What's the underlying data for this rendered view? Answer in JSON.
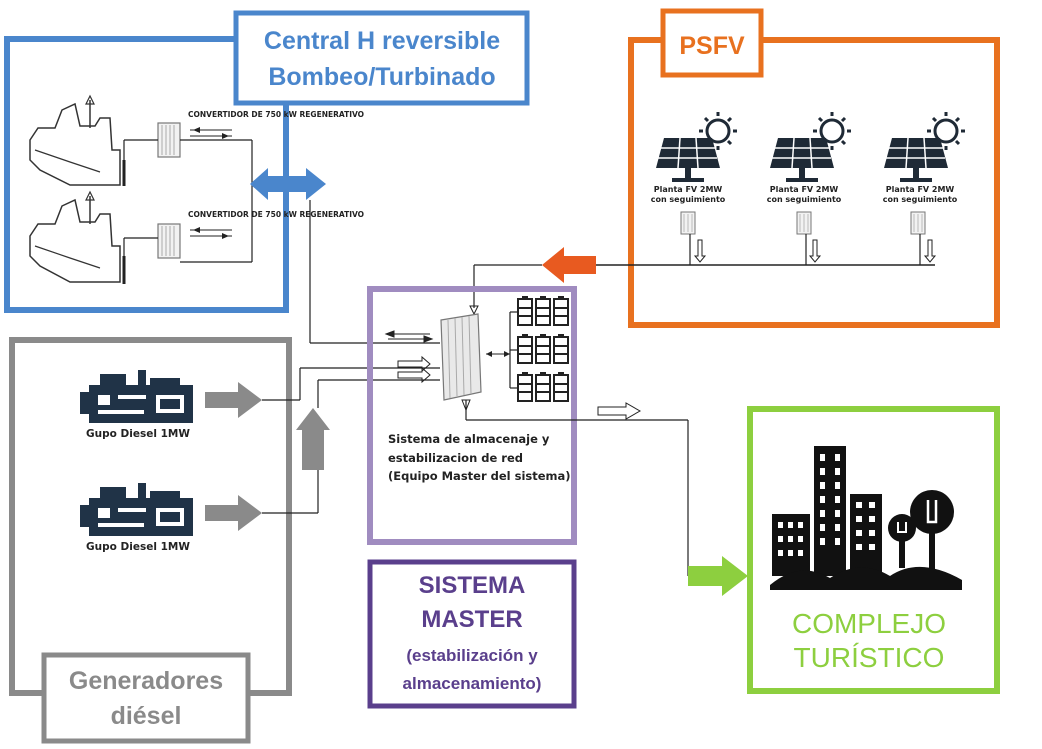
{
  "blocks": {
    "hydro": {
      "title_line1": "Central H reversible",
      "title_line2": "Bombeo/Turbinado",
      "converter_label_1": "CONVERTIDOR DE 750 kW REGENERATIVO",
      "converter_label_2": "CONVERTIDOR DE 750 kW REGENERATIVO",
      "color": "#4a86cc"
    },
    "psfv": {
      "title": "PSFV",
      "color": "#e8711f",
      "plants": [
        {
          "line1": "Planta FV 2MW",
          "line2": "con seguimiento"
        },
        {
          "line1": "Planta FV 2MW",
          "line2": "con seguimiento"
        },
        {
          "line1": "Planta FV 2MW",
          "line2": "con seguimiento"
        }
      ]
    },
    "diesel": {
      "title_line1": "Generadores",
      "title_line2": "diésel",
      "color": "#8a8a8a",
      "gen1_label": "Gupo Diesel 1MW",
      "gen2_label": "Gupo Diesel 1MW"
    },
    "storage": {
      "desc_line1": "Sistema de almacenaje y",
      "desc_line2": "estabilizacion de red",
      "desc_line3": "(Equipo Master del sistema)",
      "color": "#a08cc0"
    },
    "master": {
      "line1": "SISTEMA",
      "line2": "MASTER",
      "line3": "(estabilización y",
      "line4": "almacenamiento)",
      "color": "#5a3f8c"
    },
    "complex": {
      "line1": "COMPLEJO",
      "line2": "TURÍSTICO",
      "color": "#8dcf3f"
    }
  },
  "icons": {
    "hydro": "hydro-plant-icon",
    "converter": "converter-cabinet-icon",
    "solar": "solar-panel-sun-icon",
    "diesel": "diesel-generator-icon",
    "battery": "battery-bank-icon",
    "city": "city-skyline-icon"
  }
}
